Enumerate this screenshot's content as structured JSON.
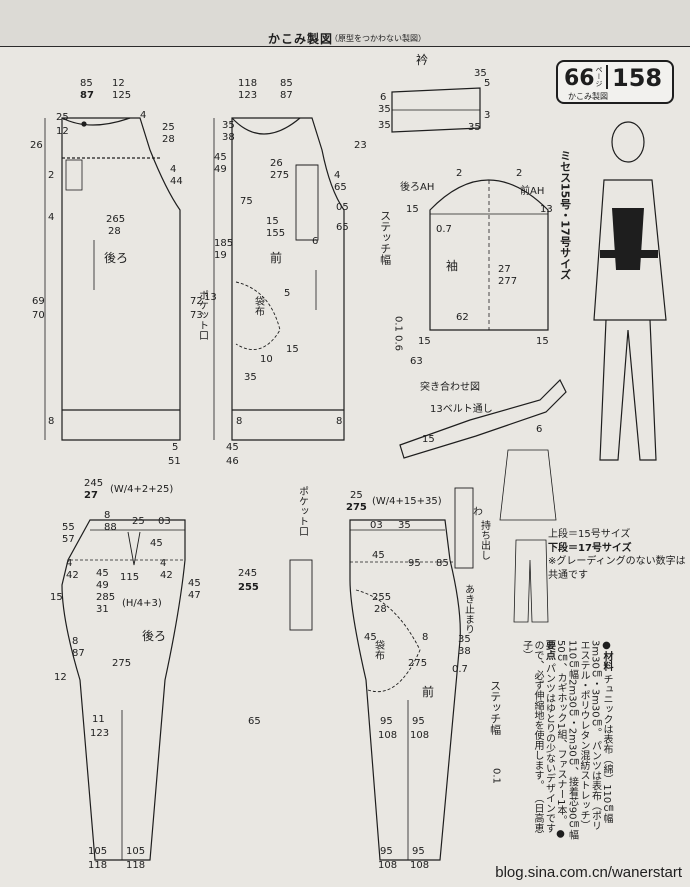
{
  "header": {
    "title": "かこみ製図",
    "subtitle": "（原型をつかわない製図）"
  },
  "badge": {
    "page_number": "66",
    "page_unit": "ページ",
    "pattern_number": "158",
    "caption": "かこみ製図"
  },
  "model_caption": "ミセス15号・17号サイズ",
  "labels": {
    "collar": "衿",
    "back": "後ろ",
    "front": "前",
    "sleeve": "袖",
    "back_ah": "後ろAH",
    "front_ah": "前AH",
    "butt_joint": "突き合わせ図",
    "belt_loop": "13ベルト通し",
    "pocket_mouth": "ポケット口",
    "bag_cloth": "袋布",
    "fold": "わ",
    "stitch_width": "ステッチ幅",
    "stitch_values": "0.1  0.6",
    "stitch_value_lower": "0.1",
    "fly_extension": "持ち出し",
    "opening_end": "あき止まり"
  },
  "size_legend": {
    "upper": "上段＝15号サイズ",
    "lower": "下段＝17号サイズ",
    "grading_note": "※グレーディングのない数字は共通です"
  },
  "materials": {
    "heading": "●材料",
    "tunic": "チュニックは表布（綿）110㎝幅3m30㎝・3m30㎝。",
    "pants": "パンツは表布（ポリエステル・ポリウレタン混紡ストレッチ）110㎝幅2m30㎝・2m30㎝、接着芯90㎝幅50㎝、カギホック1組、ファスナー1本。",
    "points_heading": "●要点",
    "points": "パンツはゆとりの少ないデザインですので、必ず伸縮地を使用します。",
    "credit": "（日高恵子）"
  },
  "watermark": "blog.sina.com.cn/wanerstart",
  "measures": {
    "bk_w1": "85",
    "bk_w1b": "87",
    "bk_w2": "12",
    "bk_w2b": "125",
    "bk_m25": "25",
    "bk_m12": "12",
    "bk_m26": "26",
    "bk_m4a": "4",
    "bk_m2528a": "25",
    "bk_m2528b": "28",
    "bk_m4b": "4",
    "bk_m44": "44",
    "bk_m2": "2",
    "bk_m4c": "4",
    "bk_m265": "265",
    "bk_m28": "28",
    "bk_l69": "69",
    "bk_l70": "70",
    "bk_m8": "8",
    "bk_m5": "5",
    "bk_m51": "51",
    "fr_w1": "118",
    "fr_w1b": "123",
    "fr_w2": "85",
    "fr_w2b": "87",
    "fr_m35": "35",
    "fr_m38": "38",
    "fr_m45": "45",
    "fr_m49": "49",
    "fr_m26": "26",
    "fr_m275": "275",
    "fr_m75": "75",
    "fr_m15": "15",
    "fr_m155": "155",
    "fr_m185": "185",
    "fr_m19": "19",
    "fr_m13": "13",
    "fr_m5": "5",
    "fr_m15b": "15",
    "fr_m10": "10",
    "fr_m35b": "35",
    "fr_l72": "72",
    "fr_l73": "73",
    "fr_m8a": "8",
    "fr_m8b": "8",
    "fr_m45b": "45",
    "fr_m46": "46",
    "fr_m23": "23",
    "fr_m4": "4",
    "fr_m65": "65",
    "fr_m05": "05",
    "fr_m65b": "65",
    "fr_m6": "6",
    "co_35": "35",
    "co_5": "5",
    "co_6": "6",
    "co_35b": "35",
    "co_35c": "35",
    "co_3": "3",
    "co_35d": "35",
    "sl_2": "2",
    "sl_2b": "2",
    "sl_15": "15",
    "sl_13": "13",
    "sl_07": "0.7",
    "sl_27": "27",
    "sl_277": "277",
    "sl_62": "62",
    "sl_15b": "15",
    "sl_15c": "15",
    "sl_63": "63",
    "bt_15": "15",
    "bt_6": "6",
    "pb_245": "245",
    "pb_27": "27",
    "pb_formula": "(W/4+2+25)",
    "pb_55": "55",
    "pb_57": "57",
    "pb_8": "8",
    "pb_88": "88",
    "pb_25": "25",
    "pb_03": "03",
    "pb_45": "45",
    "pb_4": "4",
    "pb_42": "42",
    "pb_45b": "45",
    "pb_49": "49",
    "pb_115": "115",
    "pb_4b": "4",
    "pb_42b": "42",
    "pb_45c": "45",
    "pb_47": "47",
    "pb_285": "285",
    "pb_31": "31",
    "pb_hip": "(H/4+3)",
    "pb_15": "15",
    "pb_8b": "8",
    "pb_87": "87",
    "pb_275": "275",
    "pb_12": "12",
    "pb_11": "11",
    "pb_123": "123",
    "pb_105a": "105",
    "pb_118a": "118",
    "pb_105b": "105",
    "pb_118b": "118",
    "pm_245": "245",
    "pm_255": "255",
    "pm_65": "65",
    "pf_25": "25",
    "pf_275": "275",
    "pf_formula": "(W/4+15+35)",
    "pf_03": "03",
    "pf_35": "35",
    "pf_45": "45",
    "pf_95": "95",
    "pf_85": "85",
    "pf_255": "255",
    "pf_28": "28",
    "pf_45b": "45",
    "pf_8": "8",
    "pf_35b": "35",
    "pf_38": "38",
    "pf_275b": "275",
    "pf_07": "0.7",
    "pf_95b": "95",
    "pf_108a": "108",
    "pf_95c": "95",
    "pf_108b": "108",
    "pf_95d": "95",
    "pf_108c": "108",
    "pf_95e": "95",
    "pf_108d": "108"
  }
}
